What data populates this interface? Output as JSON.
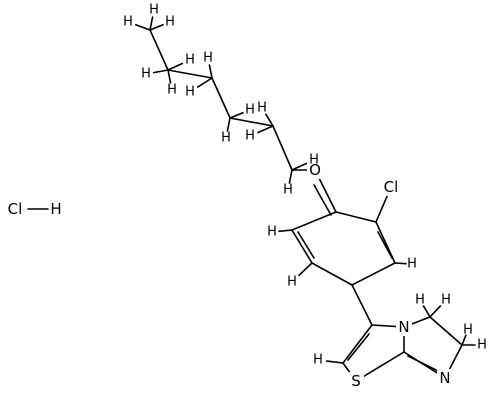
{
  "molecule": {
    "salt": {
      "cl": "Cl",
      "h": "H"
    },
    "heteroatoms": {
      "oxygen": "O",
      "chlorine": "Cl",
      "nitrogen_bridge": "N",
      "nitrogen_imine": "N",
      "sulfur": "S"
    },
    "hydrogen_label": "H"
  }
}
